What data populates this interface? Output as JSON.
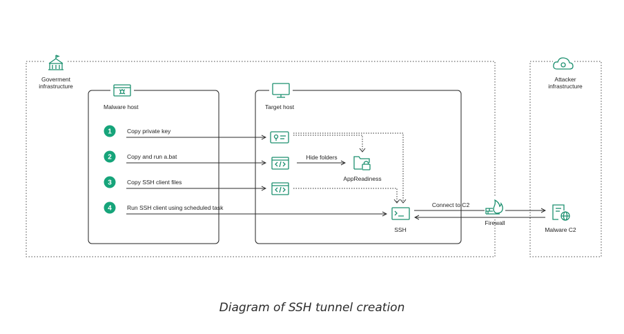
{
  "zones": {
    "government": "Goverment\ninfrastructure",
    "attacker": "Attacker\ninfrastructure"
  },
  "hosts": {
    "malware": "Malware host",
    "target": "Target host"
  },
  "steps": [
    {
      "num": "1",
      "label": "Copy private key"
    },
    {
      "num": "2",
      "label": "Copy and run a.bat"
    },
    {
      "num": "3",
      "label": "Copy SSH client files"
    },
    {
      "num": "4",
      "label": "Run SSH client using scheduled task"
    }
  ],
  "nodes": {
    "hide_folders": "Hide folders",
    "app_readiness": "AppReadiness",
    "ssh": "SSH",
    "connect_c2": "Connect to C2",
    "firewall": "Firewall",
    "malware_c2": "Malware C2"
  },
  "caption": "Diagram of SSH tunnel creation",
  "colors": {
    "accent": "#16a47a",
    "line": "#2a2a2a",
    "icon": "#1b8f6e"
  }
}
